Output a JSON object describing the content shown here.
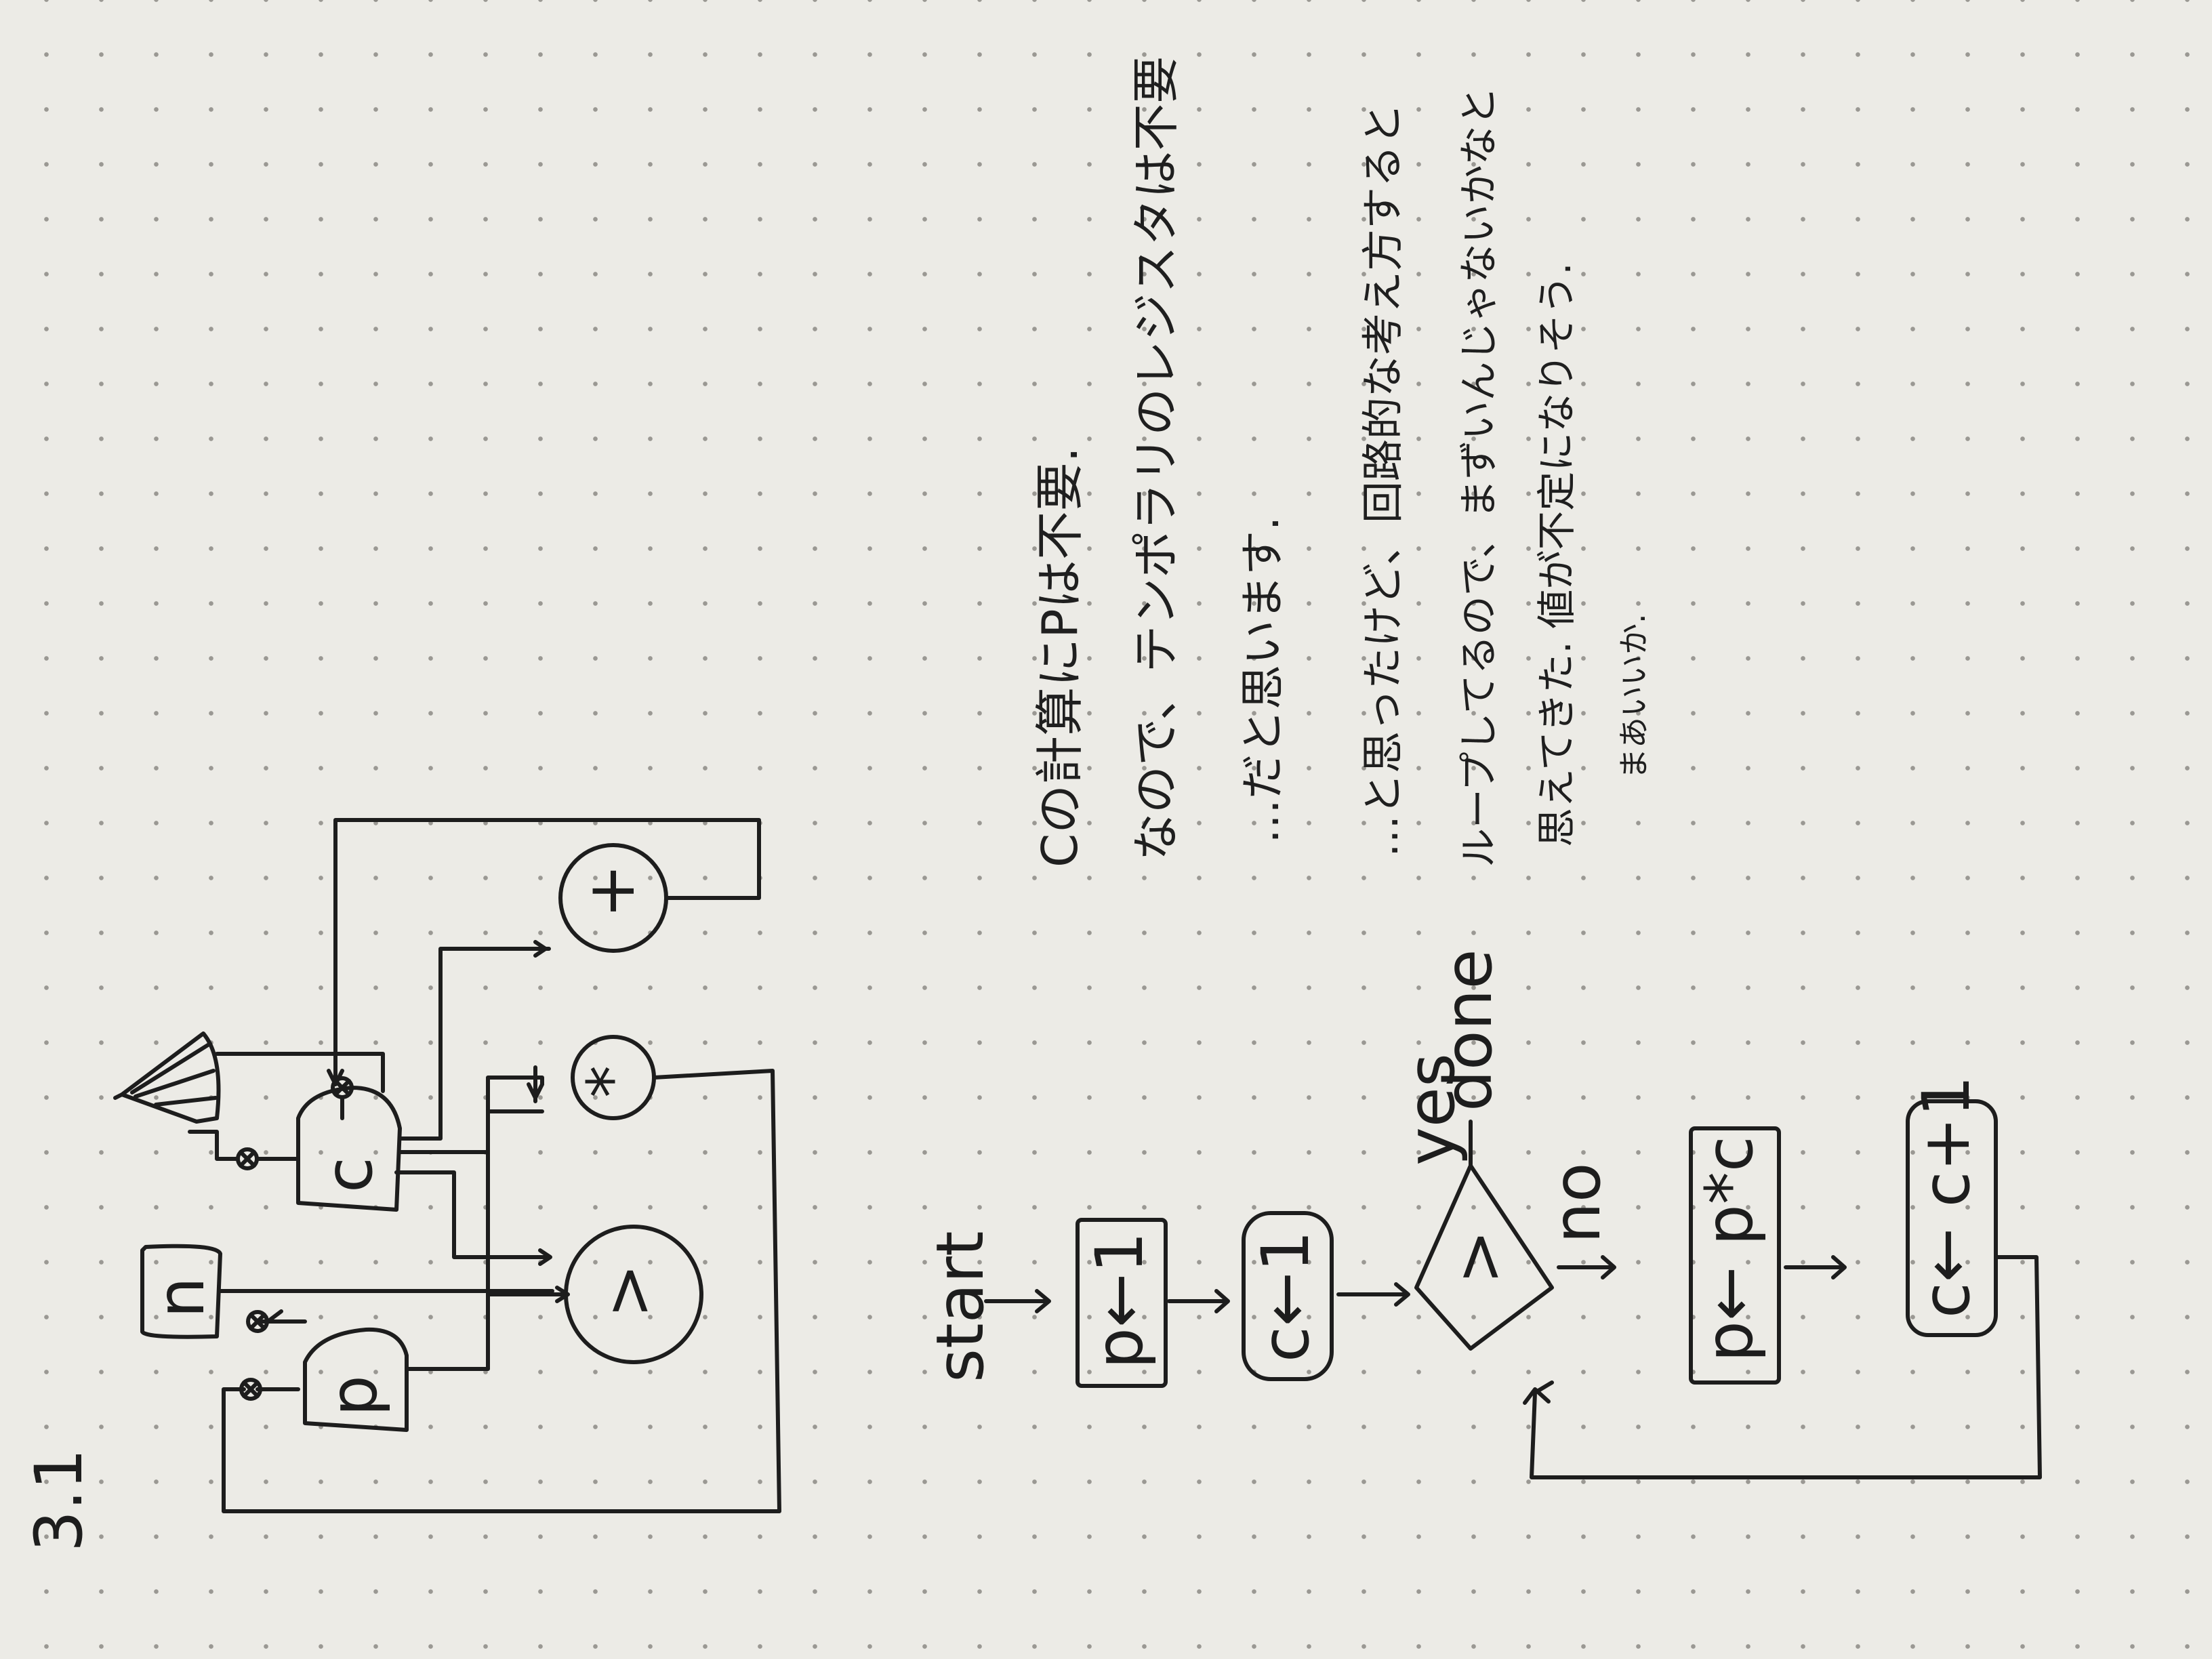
{
  "page_label": "3.1",
  "circuit": {
    "registers": {
      "p": "p",
      "n": "n",
      "c": "c"
    },
    "operators": {
      "greater": ">",
      "multiply": "*",
      "plus": "+"
    }
  },
  "flowchart": {
    "start": "start",
    "assign_p": "p←1",
    "assign_c": "c←1",
    "decision": ">",
    "yes": "yes",
    "no": "no",
    "done": "done",
    "update_p": "p← p*c",
    "update_c": "c← c+1"
  },
  "notes": [
    "Cの計算にPは不要.",
    "なので、テンポラリのレジスタは不要",
    "…だと思います.",
    "…と思ったけど、回路的な考え方すると",
    "ループしてるので、まずいんじゃないかなと",
    "思えてきた. 値が不定になりそう.",
    "まあいいか."
  ],
  "colors": {
    "ink": "#1d1d1d",
    "paper": "#ecebe6",
    "dot": "#9a9893"
  }
}
